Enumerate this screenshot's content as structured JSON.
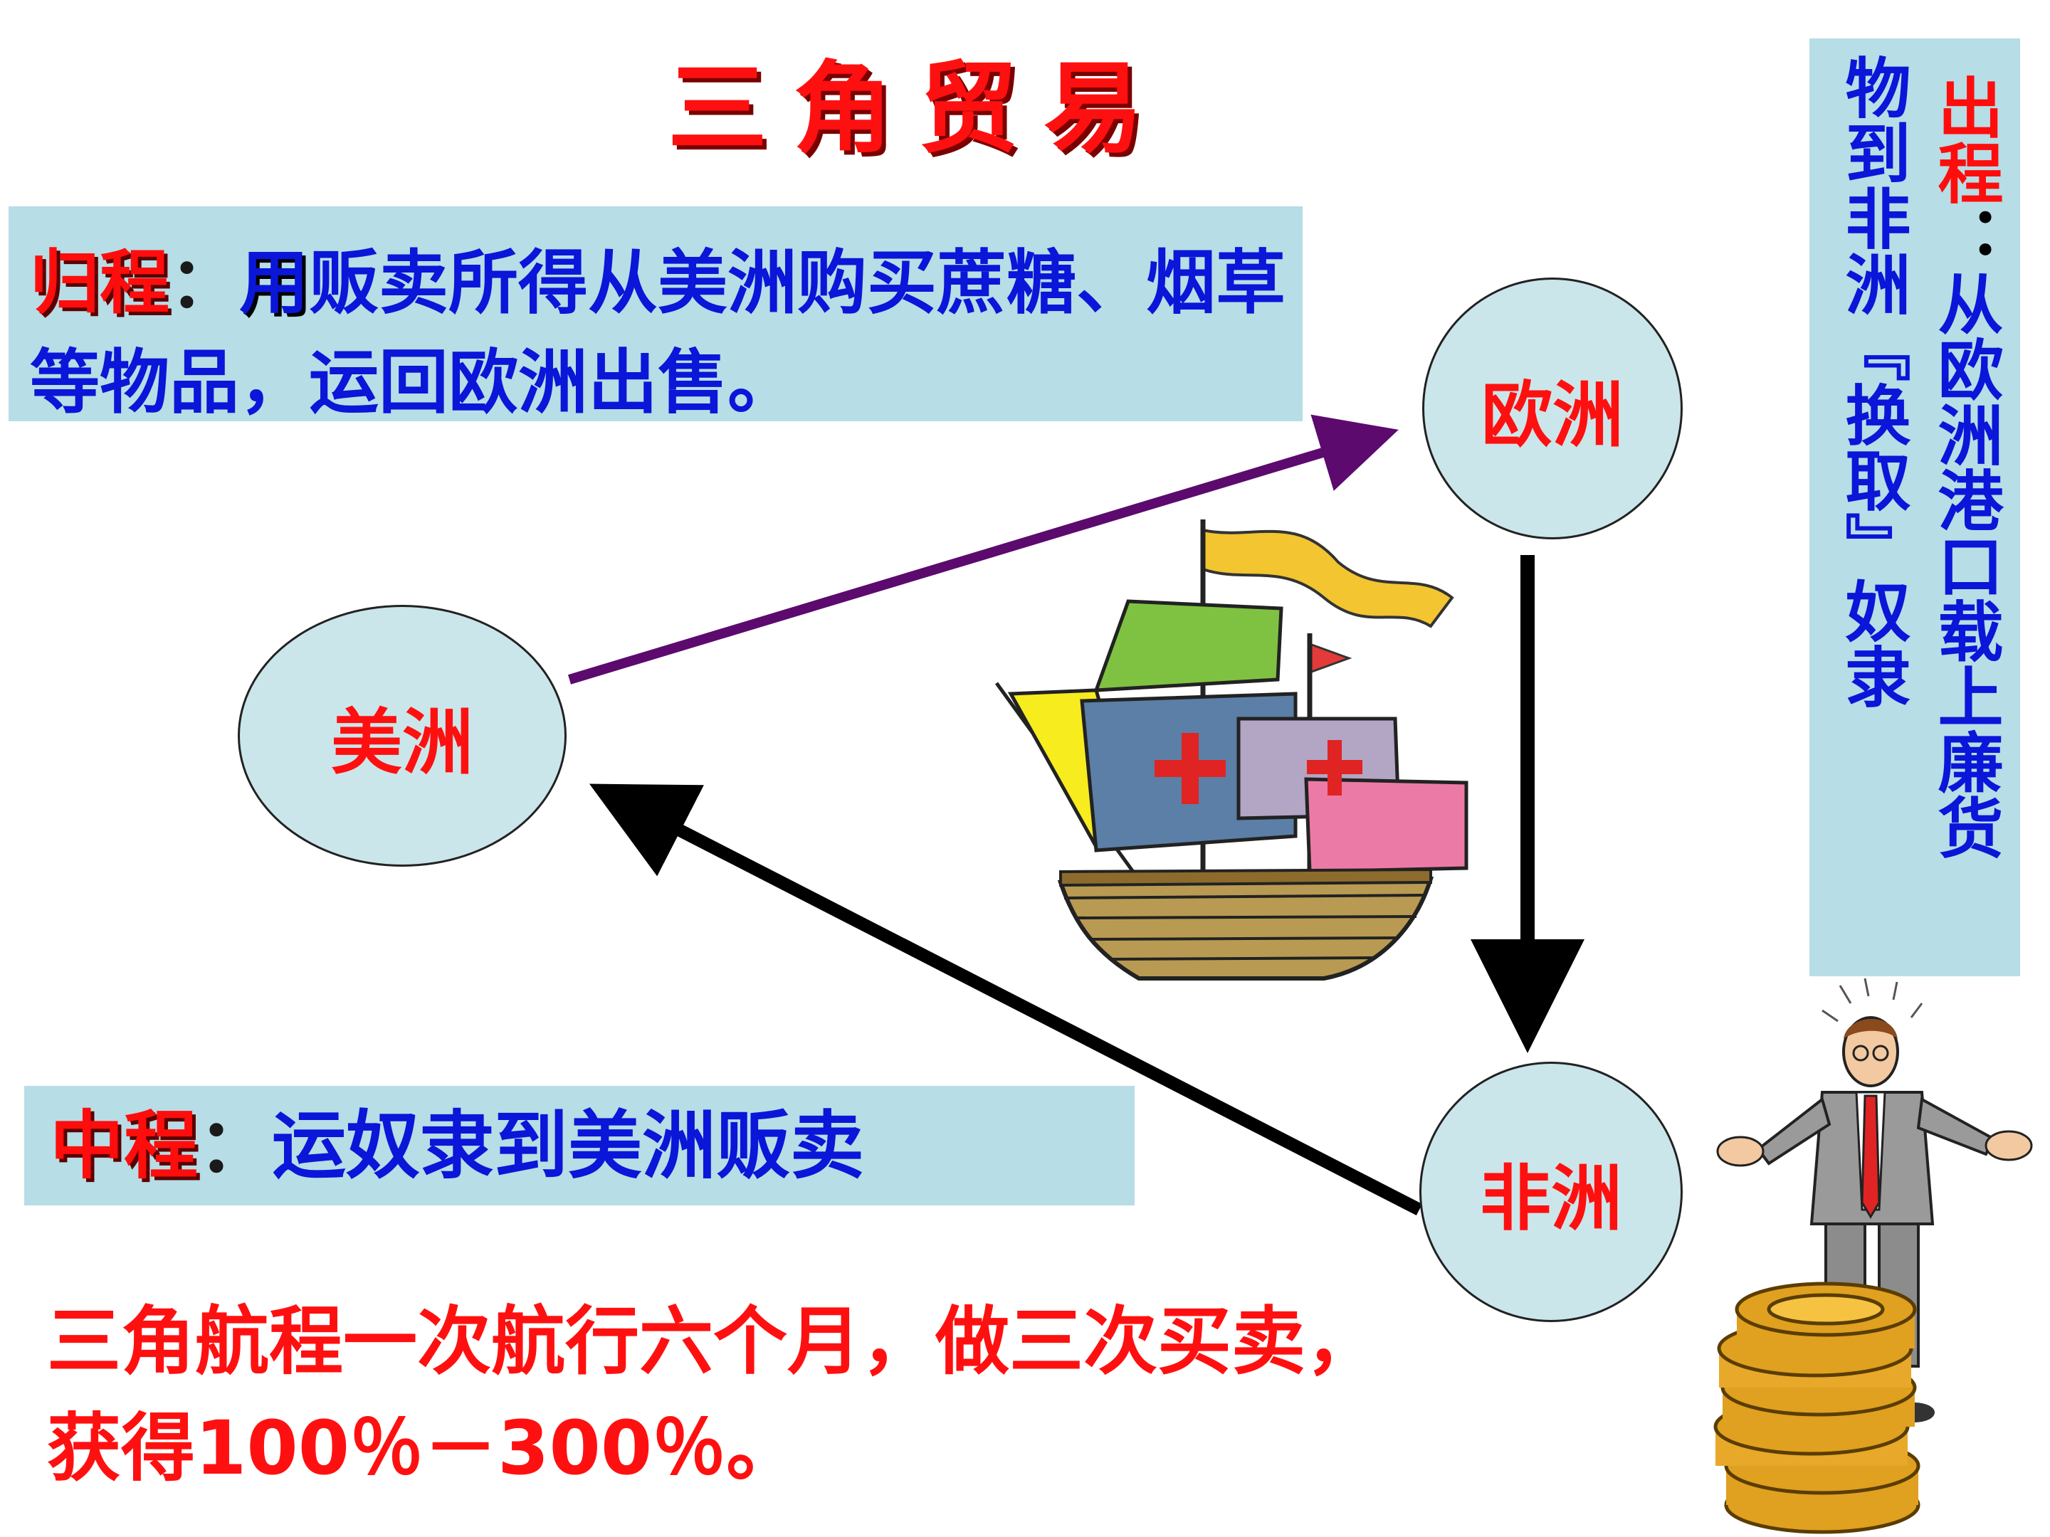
{
  "title": "三角贸易",
  "return_leg": {
    "label": "归程",
    "colon": "：",
    "lead": "用",
    "text": "贩卖所得从美洲购买蔗糖、烟草等物品，运回欧洲出售。"
  },
  "outbound_leg": {
    "label": "出程",
    "colon": "：",
    "text_line1": "从欧洲港口载上廉货",
    "text_line2": "物到非洲『换取』奴隶"
  },
  "middle_leg": {
    "label": "中程",
    "colon": "：",
    "text": "运奴隶到美洲贩卖"
  },
  "nodes": {
    "europe": "欧洲",
    "america": "美洲",
    "africa": "非洲"
  },
  "summary_line1": "三角航程一次航行六个月，做三次买卖，",
  "summary_line2": "获得100％－300％。",
  "colors": {
    "title": "#ff1010",
    "label_red": "#ff0d0d",
    "text_blue": "#0a16d8",
    "box_bg": "#b7dde6",
    "node_bg": "#cbe6ea",
    "arrow_return": "#5c0a6e",
    "arrow_outbound": "#000000",
    "arrow_middle": "#000000"
  },
  "icons": [
    "sailing-ship-icon",
    "businessman-on-coins-icon"
  ]
}
